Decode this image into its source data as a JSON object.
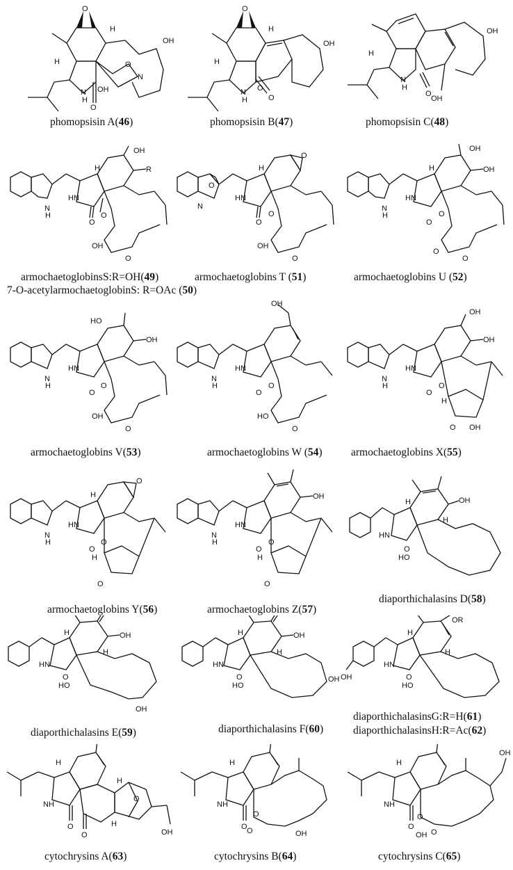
{
  "figure": {
    "type": "chemical-structure-grid",
    "rows": 6,
    "columns": 3
  },
  "compounds": [
    {
      "row": 0,
      "col": 0,
      "name": "phomopsisin A",
      "number": "46",
      "caption_prefix": "phomopsisin A(",
      "caption_suffix": ")",
      "atoms": [
        "O",
        "H",
        "OH",
        "H",
        "O",
        "N",
        "N",
        "H",
        "OH",
        "O"
      ]
    },
    {
      "row": 0,
      "col": 1,
      "name": "phomopsisin B",
      "number": "47",
      "caption_prefix": "phomopsisin B(",
      "caption_suffix": ")",
      "atoms": [
        "O",
        "H",
        "OH",
        "H",
        "N",
        "H",
        "O",
        "O"
      ]
    },
    {
      "row": 0,
      "col": 2,
      "name": "phomopsisin C",
      "number": "48",
      "caption_prefix": "phomopsisin C(",
      "caption_suffix": ")",
      "atoms": [
        "OH",
        "H",
        "N",
        "H",
        "O",
        "O",
        "OH"
      ]
    },
    {
      "row": 1,
      "col": 0,
      "name": "armochaetoglobins S",
      "number": "49",
      "caption_prefix": "armochaetoglobinsS:R=OH(",
      "caption_suffix": ")",
      "caption2_prefix": "7-O-acetylarmochaetoglobinS: R=OAc  (",
      "caption2_number": "50",
      "caption2_suffix": ")",
      "atoms": [
        "OH",
        "R",
        "H",
        "HN",
        "N",
        "H",
        "O",
        "O",
        "OH",
        "O"
      ]
    },
    {
      "row": 1,
      "col": 1,
      "name": "armochaetoglobins T",
      "number": "51",
      "caption_prefix": "armochaetoglobins  T (",
      "caption_suffix": ")",
      "atoms": [
        "O",
        "H",
        "N",
        "O",
        "HN",
        "O",
        "O",
        "OH",
        "O"
      ]
    },
    {
      "row": 1,
      "col": 2,
      "name": "armochaetoglobins U",
      "number": "52",
      "caption_prefix": "armochaetoglobins  U (",
      "caption_suffix": ")",
      "atoms": [
        "OH",
        "OH",
        "H",
        "HN",
        "N",
        "H",
        "O",
        "O",
        "O",
        "O"
      ]
    },
    {
      "row": 2,
      "col": 0,
      "name": "armochaetoglobins V",
      "number": "53",
      "caption_prefix": "armochaetoglobins V(",
      "caption_suffix": ")",
      "atoms": [
        "HO",
        "OH",
        "H",
        "HN",
        "N",
        "H",
        "O",
        "O",
        "OH",
        "O"
      ]
    },
    {
      "row": 2,
      "col": 1,
      "name": "armochaetoglobins W",
      "number": "54",
      "caption_prefix": "armochaetoglobins W (",
      "caption_suffix": ")",
      "atoms": [
        "OH",
        "H",
        "HN",
        "N",
        "H",
        "O",
        "O",
        "HO",
        "O"
      ]
    },
    {
      "row": 2,
      "col": 2,
      "name": "armochaetoglobins X",
      "number": "55",
      "caption_prefix": "armochaetoglobins X(",
      "caption_suffix": ")",
      "atoms": [
        "OH",
        "OH",
        "H",
        "HN",
        "N",
        "H",
        "O",
        "O",
        "H",
        "O",
        "OH"
      ]
    },
    {
      "row": 3,
      "col": 0,
      "name": "armochaetoglobins Y",
      "number": "56",
      "caption_prefix": "armochaetoglobins Y(",
      "caption_suffix": ")",
      "atoms": [
        "O",
        "H",
        "HN",
        "N",
        "H",
        "O",
        "O",
        "H",
        "O"
      ]
    },
    {
      "row": 3,
      "col": 1,
      "name": "armochaetoglobins Z",
      "number": "57",
      "caption_prefix": "armochaetoglobins Z(",
      "caption_suffix": ")",
      "atoms": [
        "OH",
        "H",
        "HN",
        "N",
        "H",
        "O",
        "O",
        "H",
        "O"
      ]
    },
    {
      "row": 3,
      "col": 2,
      "name": "diaporthichalasins D",
      "number": "58",
      "caption_prefix": "diaporthichalasins D(",
      "caption_suffix": ")",
      "atoms": [
        "OH",
        "H",
        "HN",
        "H",
        "O",
        "HO"
      ]
    },
    {
      "row": 4,
      "col": 0,
      "name": "diaporthichalasins E",
      "number": "59",
      "caption_prefix": "diaporthichalasins E(",
      "caption_suffix": ")",
      "atoms": [
        "OH",
        "H",
        "HN",
        "H",
        "O",
        "HO",
        "OH"
      ]
    },
    {
      "row": 4,
      "col": 1,
      "name": "diaporthichalasins F",
      "number": "60",
      "caption_prefix": "diaporthichalasins F(",
      "caption_suffix": ")",
      "atoms": [
        "OH",
        "H",
        "HN",
        "H",
        "O",
        "HO",
        "OH"
      ]
    },
    {
      "row": 4,
      "col": 2,
      "name": "diaporthichalasins G",
      "number": "61",
      "caption_prefix": "diaporthichalasinsG:R=H(",
      "caption_suffix": ")",
      "caption2_prefix": "diaporthichalasinsH:R=Ac(",
      "caption2_number": "62",
      "caption2_suffix": ")",
      "atoms": [
        "OR",
        "H",
        "HN",
        "H",
        "O",
        "HO",
        "OH"
      ]
    },
    {
      "row": 5,
      "col": 0,
      "name": "cytochrysins A",
      "number": "63",
      "caption_prefix": "cytochrysins A(",
      "caption_suffix": ")",
      "atoms": [
        "H",
        "H",
        "H",
        "O",
        "NH",
        "O",
        "O",
        "H",
        "OH"
      ]
    },
    {
      "row": 5,
      "col": 1,
      "name": "cytochrysins B",
      "number": "64",
      "caption_prefix": "cytochrysins B(",
      "caption_suffix": ")",
      "atoms": [
        "H",
        "NH",
        "O",
        "O",
        "O",
        "OH"
      ]
    },
    {
      "row": 5,
      "col": 2,
      "name": "cytochrysins C",
      "number": "65",
      "caption_prefix": "cytochrysins C(",
      "caption_suffix": ")",
      "atoms": [
        "H",
        "NH",
        "O",
        "O",
        "OH",
        "O",
        "OH"
      ]
    }
  ]
}
